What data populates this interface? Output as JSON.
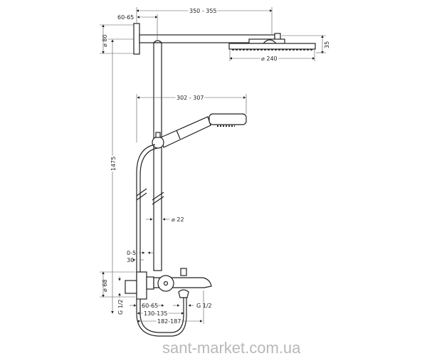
{
  "drawing": {
    "dims": {
      "arm_length": "350 - 355",
      "wall_offset_top": "60-65",
      "flange_diameter": "⌀ 80",
      "head_height": "35",
      "head_diameter": "⌀ 240",
      "hand_shower_reach": "302 - 307",
      "total_height": "1475",
      "rail_diameter": "⌀ 22",
      "gap": "0-5",
      "offset": "30",
      "escutcheon_diameter": "⌀ 68",
      "inlet_thread_left": "G 1/2",
      "inlet_thread_right": "G 1/2",
      "mixer_offset": "60-65",
      "outlet_distance": "130-135",
      "spout_length": "182-187"
    },
    "watermark": "sant-market.com.ua"
  }
}
